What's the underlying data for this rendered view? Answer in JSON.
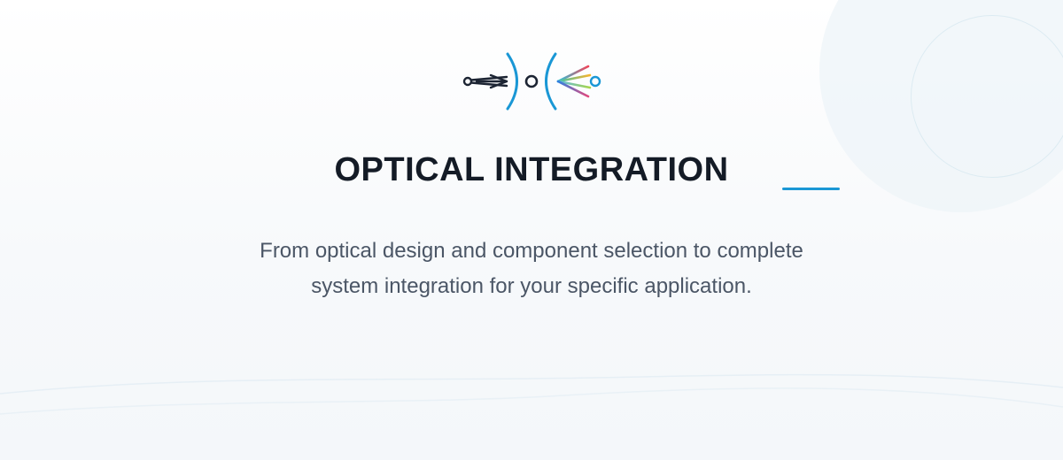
{
  "section": {
    "title": "OPTICAL INTEGRATION",
    "description_lines": [
      "From optical design and component selection to complete",
      "system integration for your specific application."
    ],
    "icon": "optical-integration-icon"
  },
  "colors": {
    "title": "#141b26",
    "text": "#4b5666",
    "accent": "#1a97d5",
    "icon_dark": "#1c2433",
    "icon_blue": "#1a97d5"
  }
}
